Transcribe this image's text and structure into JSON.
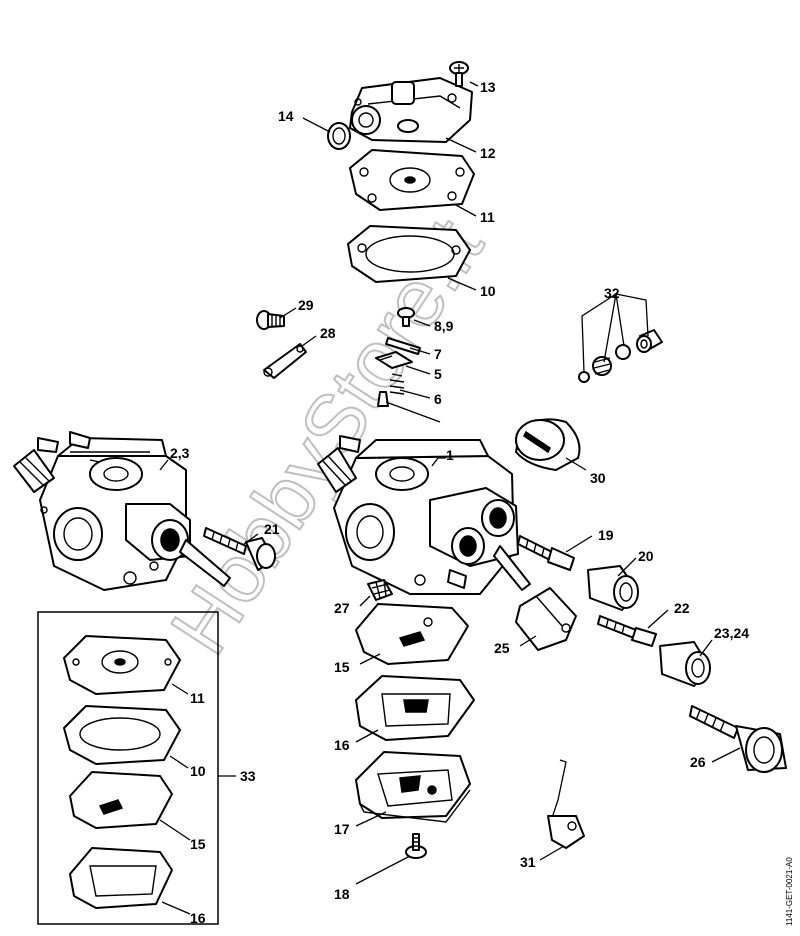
{
  "diagram": {
    "title": "Carburetor exploded parts diagram",
    "watermark": "HobbyStore.it",
    "reference_code": "1141-GET-0021-A0",
    "labels": {
      "p1": "1",
      "p2_3": "2,3",
      "p5": "5",
      "p6": "6",
      "p7": "7",
      "p8_9": "8,9",
      "p10_top": "10",
      "p11_top": "11",
      "p12": "12",
      "p13": "13",
      "p14": "14",
      "p15_main": "15",
      "p16_main": "16",
      "p17": "17",
      "p18": "18",
      "p19": "19",
      "p20": "20",
      "p21": "21",
      "p22": "22",
      "p23_24": "23,24",
      "p25": "25",
      "p26": "26",
      "p27": "27",
      "p28": "28",
      "p29": "29",
      "p30": "30",
      "p31": "31",
      "p32": "32",
      "p33": "33",
      "p11_kit": "11",
      "p10_kit": "10",
      "p15_kit": "15",
      "p16_kit": "16"
    }
  }
}
